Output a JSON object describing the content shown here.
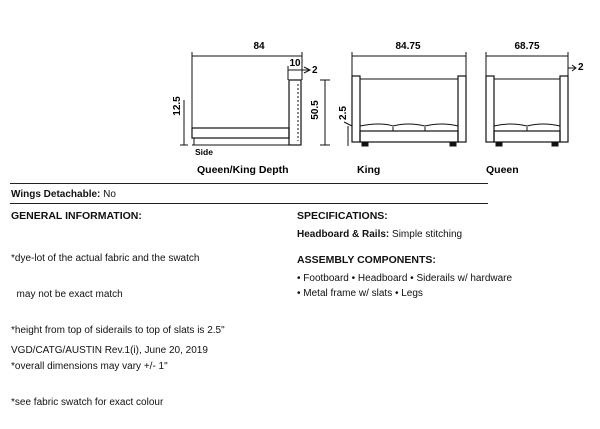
{
  "drawings": {
    "depth": {
      "caption": "Queen/King Depth",
      "dim_length": "84",
      "dim_headboard": "10",
      "dim_thickness": "2",
      "dim_height": "50.5",
      "dim_rail": "12.5",
      "side_label": "Side"
    },
    "king": {
      "caption": "King",
      "dim_width": "84.75",
      "dim_leg": "2.5"
    },
    "queen": {
      "caption": "Queen",
      "dim_width": "68.75",
      "dim_thickness": "2"
    }
  },
  "wings": {
    "label": "Wings Detachable:",
    "value": "No"
  },
  "general": {
    "heading": "GENERAL INFORMATION:",
    "lines": [
      "*dye-lot of the actual fabric and the swatch",
      "  may not be exact match",
      "*height from top of siderails to top of slats is 2.5\"",
      "*overall dimensions may vary +/- 1\"",
      "*see fabric swatch for exact colour"
    ]
  },
  "specs": {
    "heading": "SPECIFICATIONS:",
    "label": "Headboard & Rails:",
    "value": "Simple stitching"
  },
  "assembly": {
    "heading": "ASSEMBLY COMPONENTS:",
    "line1": "• Footboard • Headboard • Siderails w/ hardware",
    "line2": "• Metal frame w/ slats • Legs"
  },
  "footer": {
    "revision": "VGD/CATG/AUSTIN Rev.1(i), June 20, 2019"
  }
}
